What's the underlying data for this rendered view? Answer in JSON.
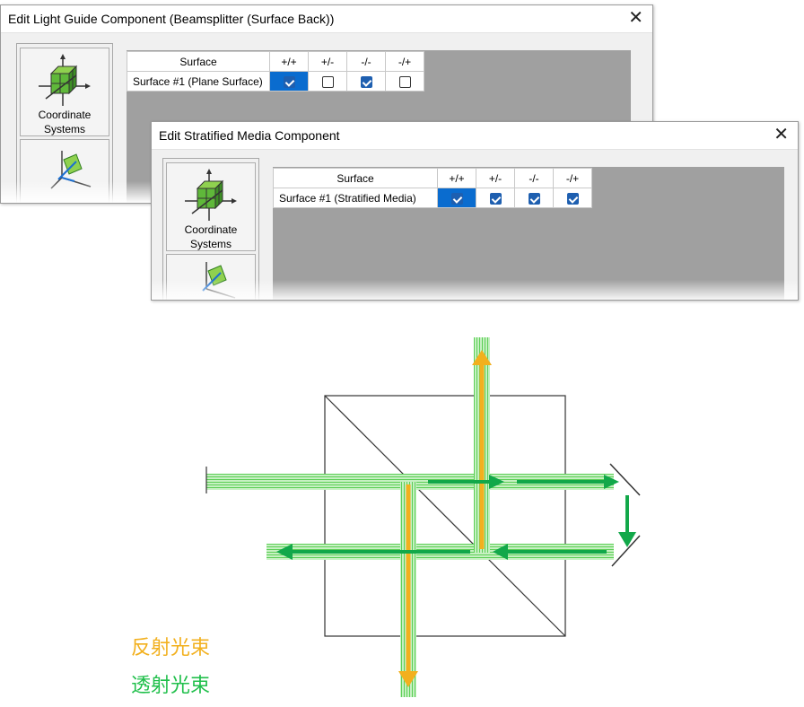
{
  "dialog1": {
    "title": "Edit Light Guide Component (Beamsplitter (Surface Back))",
    "sidebar": {
      "coord_label_line1": "Coordinate",
      "coord_label_line2": "Systems"
    },
    "table": {
      "headers": [
        "Surface",
        "+/+",
        "+/-",
        "-/-",
        "-/+"
      ],
      "row": {
        "label": "Surface #1 (Plane Surface)",
        "checks": [
          true,
          false,
          true,
          false
        ]
      }
    }
  },
  "dialog2": {
    "title": "Edit Stratified Media Component",
    "sidebar": {
      "coord_label_line1": "Coordinate",
      "coord_label_line2": "Systems"
    },
    "table": {
      "headers": [
        "Surface",
        "+/+",
        "+/-",
        "-/-",
        "-/+"
      ],
      "row": {
        "label": "Surface #1 (Stratified Media)",
        "checks": [
          true,
          true,
          true,
          true
        ]
      }
    }
  },
  "diagram": {
    "legend_reflected": "反射光束",
    "legend_transmitted": "透射光束",
    "colors": {
      "reflected": "#f2b01e",
      "transmitted": "#1fbf4a",
      "arrow_green": "#12a84a",
      "cube": "#333333"
    }
  }
}
